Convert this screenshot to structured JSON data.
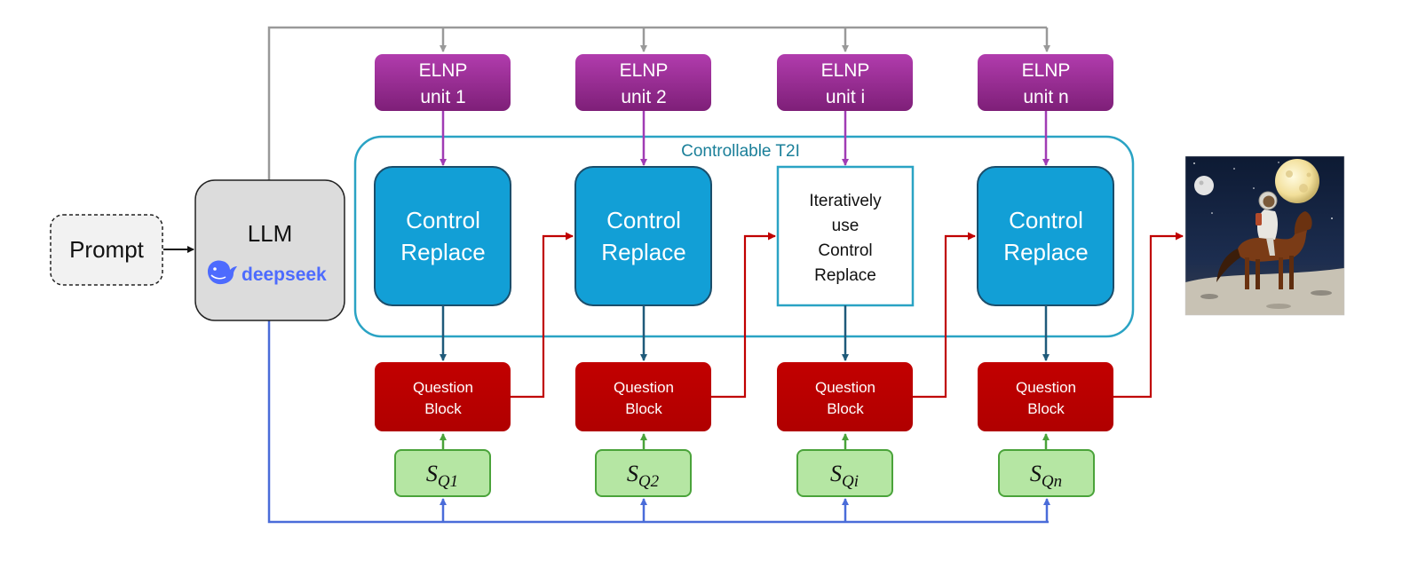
{
  "prompt_label": "Prompt",
  "llm": {
    "label": "LLM",
    "logo_text": "deepseek",
    "logo_icon": "whale-icon"
  },
  "group_label": "Controllable T2I",
  "elnp": [
    {
      "line1": "ELNP",
      "line2": "unit 1"
    },
    {
      "line1": "ELNP",
      "line2": "unit 2"
    },
    {
      "line1": "ELNP",
      "line2": "unit i"
    },
    {
      "line1": "ELNP",
      "line2": "unit n"
    }
  ],
  "control": [
    {
      "lines": [
        "Control",
        "Replace"
      ]
    },
    {
      "lines": [
        "Control",
        "Replace"
      ]
    },
    {
      "lines": [
        "Iteratively",
        "use",
        "Control",
        "Replace"
      ]
    },
    {
      "lines": [
        "Control",
        "Replace"
      ]
    }
  ],
  "question": [
    {
      "line1": "Question",
      "line2": "Block"
    },
    {
      "line1": "Question",
      "line2": "Block"
    },
    {
      "line1": "Question",
      "line2": "Block"
    },
    {
      "line1": "Question",
      "line2": "Block"
    }
  ],
  "score": [
    {
      "base": "S",
      "sub": "Q1"
    },
    {
      "base": "S",
      "sub": "Q2"
    },
    {
      "base": "S",
      "sub": "Qi"
    },
    {
      "base": "S",
      "sub": "Qn"
    }
  ],
  "output_image": {
    "description_icon": "astronaut-monkey-riding-horse-on-moon-image"
  },
  "colors": {
    "elnp": "#a3329f",
    "control": "#129fd6",
    "control_border": "#1b4e6b",
    "group_border": "#2aa3c4",
    "group_label": "#1a7f99",
    "question": "#c00000",
    "score_fill": "#b5e6a3",
    "score_border": "#4aa33a",
    "arrow_gray": "#999999",
    "arrow_blue": "#4a6cd9",
    "arrow_red": "#c00000",
    "arrow_purple": "#a03cb4",
    "arrow_teal": "#1f5a7a",
    "deepseek_blue": "#4d6bfe"
  }
}
